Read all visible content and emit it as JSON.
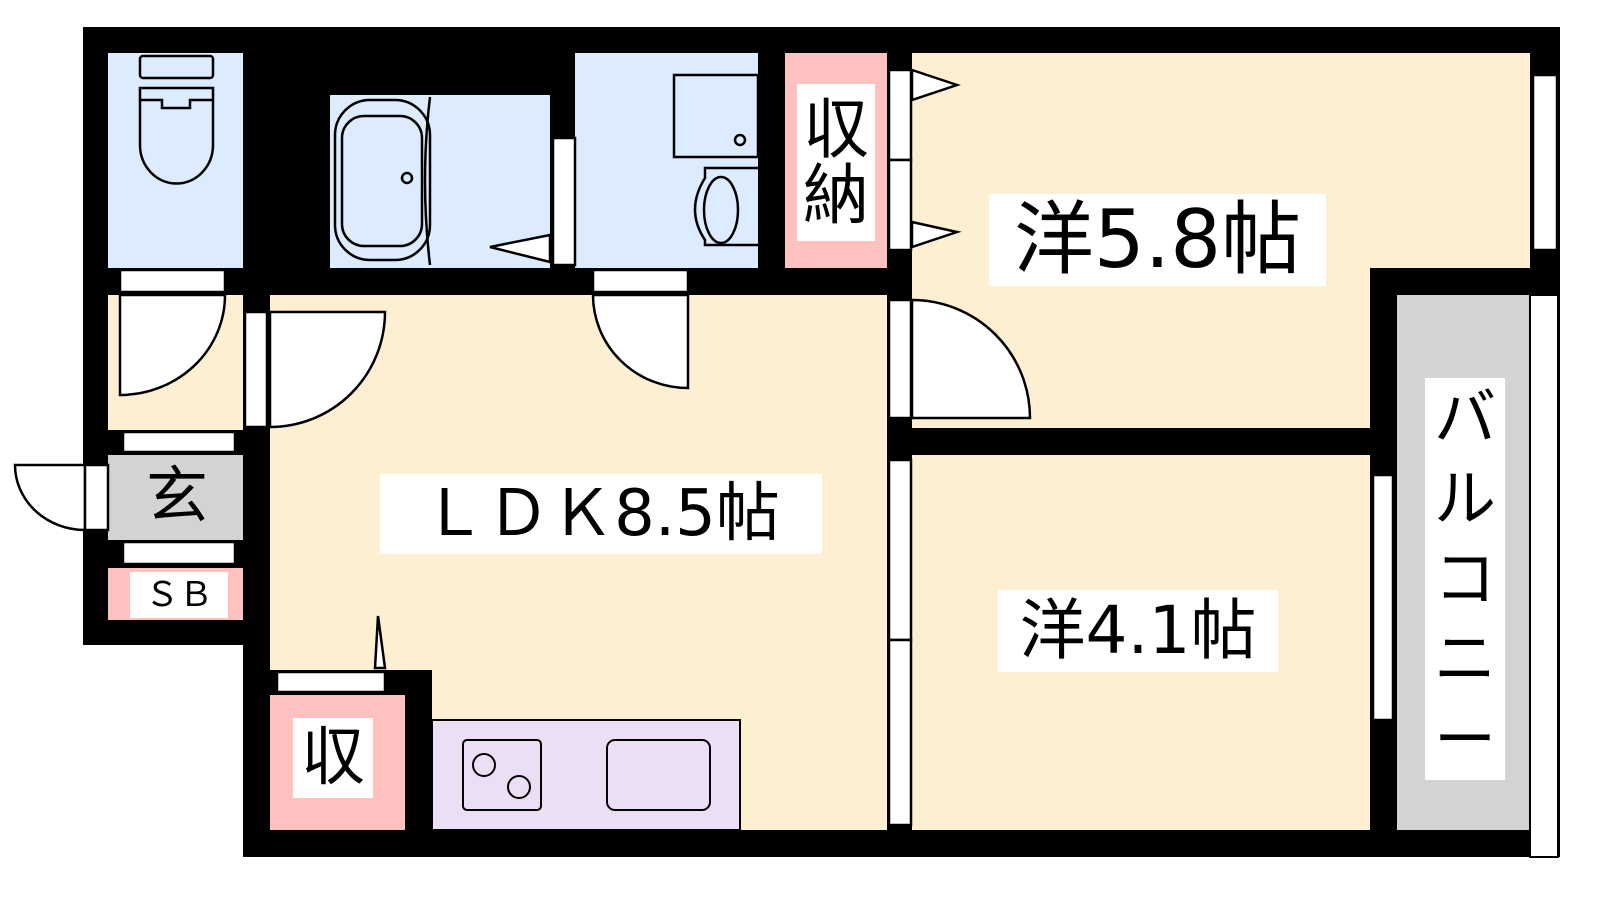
{
  "rooms": {
    "western_large": {
      "label": "洋5.8帖"
    },
    "western_small": {
      "label": "洋4.1帖"
    },
    "ldk": {
      "label": "ＬＤＫ8.5帖"
    },
    "storage_closet": {
      "label_line1": "収",
      "label_line2": "納"
    },
    "kitchen_storage": {
      "label": "収"
    },
    "entrance": {
      "label": "玄"
    },
    "shoe_box": {
      "label": "ＳＢ"
    },
    "balcony": {
      "label_chars": [
        "バ",
        "ル",
        "コ",
        "ニ",
        "ー"
      ]
    }
  },
  "colors": {
    "wall": "#000000",
    "wet_area": "#dcebfd",
    "living": "#fdf0d2",
    "storage": "#ffc0c0",
    "kitchen": "#ecdff5",
    "balcony": "#d3d3d3"
  }
}
